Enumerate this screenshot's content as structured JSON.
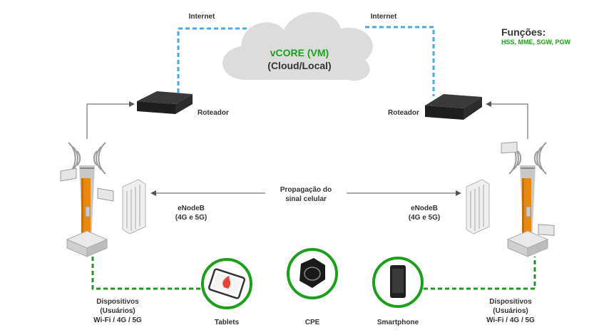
{
  "diagram": {
    "cloud": {
      "title": "vCORE (VM)",
      "subtitle": "(Cloud/Local)"
    },
    "internet_left": "Internet",
    "internet_right": "Internet",
    "functions": {
      "title": "Funções:",
      "list": "HSS, MME, SGW, PGW"
    },
    "router_left": "Roteador",
    "router_right": "Roteador",
    "propagation": {
      "line1": "Propagação do",
      "line2": "sinal celular"
    },
    "enodeb_left": {
      "line1": "eNodeB",
      "line2": "(4G e 5G)"
    },
    "enodeb_right": {
      "line1": "eNodeB",
      "line2": "(4G e 5G)"
    },
    "devices_left": {
      "line1": "Dispositivos",
      "line2": "(Usuários)",
      "line3": "Wi-Fi / 4G / 5G"
    },
    "devices_right": {
      "line1": "Dispositivos",
      "line2": "(Usuários)",
      "line3": "Wi-Fi / 4G / 5G"
    },
    "device_tablets": "Tablets",
    "device_cpe": "CPE",
    "device_smartphone": "Smartphone"
  },
  "colors": {
    "accent_green": "#1ca01c",
    "dash_blue": "#4aa8e8",
    "dash_green": "#1c9a1c",
    "tower_orange": "#e8890f",
    "cloud": "#dedede"
  },
  "icons": [
    "cloud-icon",
    "router-icon",
    "cell-tower-icon",
    "enodeb-radio-icon",
    "tablet-icon",
    "cpe-icon",
    "smartphone-icon",
    "arrow-icon"
  ]
}
